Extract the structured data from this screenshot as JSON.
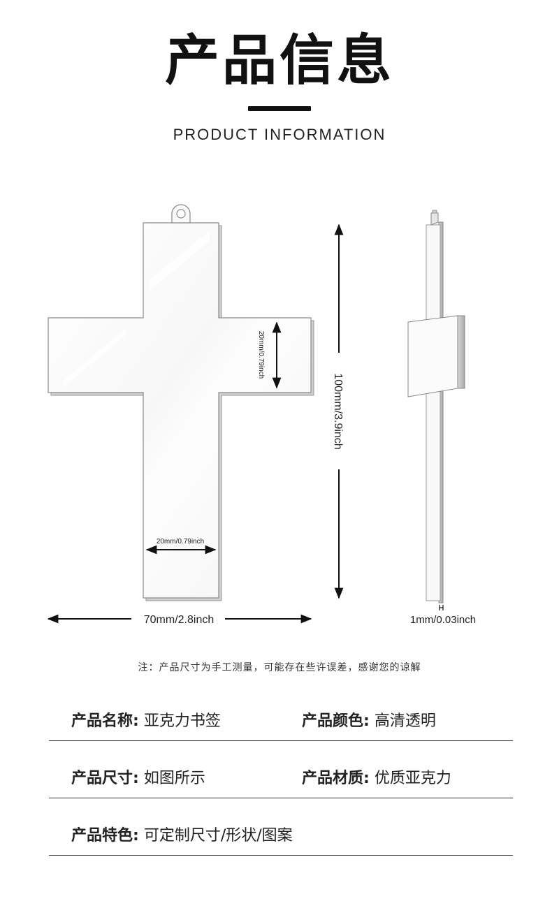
{
  "header": {
    "title": "产品信息",
    "subtitle": "PRODUCT INFORMATION"
  },
  "dimensions": {
    "arm_height": "20mm/0.79inch",
    "stem_width": "20mm/0.79inch",
    "total_height": "100mm/3.9inch",
    "total_width": "70mm/2.8inch",
    "thickness": "1mm/0.03inch"
  },
  "note": "注：产品尺寸为手工测量，可能存在些许误差，感谢您的谅解",
  "specs": {
    "name_label": "产品名称:",
    "name_value": "亚克力书签",
    "color_label": "产品颜色:",
    "color_value": "高清透明",
    "size_label": "产品尺寸:",
    "size_value": "如图所示",
    "material_label": "产品材质:",
    "material_value": "优质亚克力",
    "feature_label": "产品特色:",
    "feature_value": "可定制尺寸/形状/图案"
  }
}
